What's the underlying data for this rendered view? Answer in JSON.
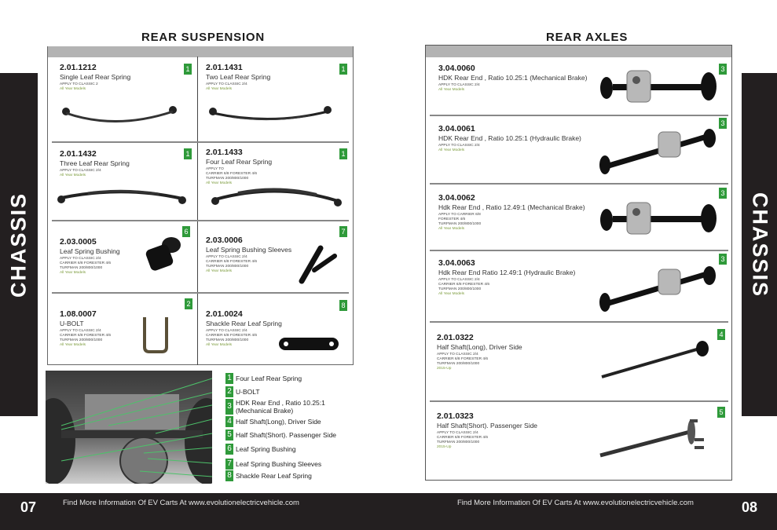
{
  "side_tabs": {
    "left": "CHASSIS",
    "right": "CHASSIS"
  },
  "left_page": {
    "title": "REAR SUSPENSION",
    "parts": [
      {
        "part_no": "2.01.1212",
        "name": "Single Leaf Rear Spring",
        "apply": [
          "APPLY TO   CLASSIC 2"
        ],
        "years": "All Year Models",
        "badge": "1",
        "image": "single-leaf-spring"
      },
      {
        "part_no": "2.01.1431",
        "name": "Two Leaf Rear Spring",
        "apply": [
          "APPLY TO CLASSIC 2/4"
        ],
        "years": "All Year Models",
        "badge": "1",
        "image": "two-leaf-spring"
      },
      {
        "part_no": "2.01.1432",
        "name": "Three Leaf Rear Spring",
        "apply": [
          "APPLY TO    CLASSIC 2/4"
        ],
        "years": "All Year Models",
        "badge": "1",
        "image": "three-leaf-spring"
      },
      {
        "part_no": "2.01.1433",
        "name": "Four Leaf Rear Spring",
        "apply": [
          "APPLY TO",
          "CARRIER 6/8   FORESTER 4/6",
          "TURFMAN 200/800/1000"
        ],
        "years": "All Year Models",
        "badge": "1",
        "image": "four-leaf-spring"
      },
      {
        "part_no": "2.03.0005",
        "name": "Leaf Spring Bushing",
        "apply": [
          "APPLY TO  CLASSIC 2/4",
          "CARRIER 6/8 FORESTER 4/6",
          "TURFMAN 200/800/1000"
        ],
        "years": "All Year Models",
        "badge": "6",
        "image": "bushing"
      },
      {
        "part_no": "2.03.0006",
        "name": "Leaf Spring Bushing Sleeves",
        "apply": [
          "APPLY TO CLASSIC 2/4",
          "CARRIER 6/8 FORESTER 4/6",
          "TURFMAN 200/800/1000"
        ],
        "years": "All Year Models",
        "badge": "7",
        "image": "bushing-sleeves"
      },
      {
        "part_no": "1.08.0007",
        "name": "U-BOLT",
        "apply": [
          "APPLY TO CLASSIC 2/4",
          "CARRIER 6/8 FORESTER 4/6",
          "TURFMAN 200/800/1000"
        ],
        "years": "All Year Models",
        "badge": "2",
        "image": "u-bolt"
      },
      {
        "part_no": "2.01.0024",
        "name": "Shackle Rear Leaf Spring",
        "apply": [
          "APPLY TO  CLASSIC 2/4",
          "CARRIER 6/8 FORESTER 4/6",
          " TURFMAN 200/800/1000"
        ],
        "years": "All Year Models",
        "badge": "8",
        "image": "shackle"
      }
    ],
    "legend": [
      {
        "num": "1",
        "label": "Four Leaf Rear Spring"
      },
      {
        "num": "2",
        "label": "U-BOLT"
      },
      {
        "num": "3",
        "label": "HDK Rear End , Ratio 10.25:1 (Mechanical Brake)"
      },
      {
        "num": "4",
        "label": "Half Shaft(Long), Driver Side"
      },
      {
        "num": "5",
        "label": "Half Shaft(Short). Passenger Side"
      },
      {
        "num": "6",
        "label": "Leaf Spring Bushing"
      },
      {
        "num": "7",
        "label": "Leaf Spring Bushing Sleeves"
      },
      {
        "num": "8",
        "label": "Shackle Rear Leaf Spring"
      }
    ],
    "footer": {
      "page": "07",
      "info": "Find More Information Of EV Carts At www.evolutionelectricvehicle.com"
    }
  },
  "right_page": {
    "title": "REAR AXLES",
    "parts": [
      {
        "part_no": "3.04.0060",
        "name": "HDK Rear End , Ratio 10.25:1 (Mechanical Brake)",
        "apply": [
          "APPLY TO  CLASSIC 2/4"
        ],
        "years": "All Year Models",
        "badge": "3",
        "image": "rear-end-mechanical"
      },
      {
        "part_no": "3.04.0061",
        "name": "HDK Rear End , Ratio 10.25:1 (Hydraulic Brake)",
        "apply": [
          "APPLY TO CLASSIC 2/4"
        ],
        "years": "All Year Models",
        "badge": "3",
        "image": "rear-end-hydraulic"
      },
      {
        "part_no": "3.04.0062",
        "name": "Hdk Rear End , Ratio 12.49:1 (Mechanical Brake)",
        "apply": [
          "APPLY TO CARRIER 6/8",
          "FORESTER 4/6",
          "TURFMAN 200/800/1000"
        ],
        "years": "All Year Models",
        "badge": "3",
        "image": "rear-end-mechanical"
      },
      {
        "part_no": "3.04.0063",
        "name": "Hdk Rear End  Ratio 12.49:1  (Hydraulic Brake)",
        "apply": [
          "APPLY TO  CLASSIC 2/4",
          "CARRIER 6/8 FORESTER 4/6",
          " TURFMAN 200/800/1000"
        ],
        "years": "All Year Models",
        "badge": "3",
        "image": "rear-end-hydraulic"
      },
      {
        "part_no": "2.01.0322",
        "name": "Half Shaft(Long), Driver Side",
        "apply": [
          "APPLY TO  CLASSIC 2/4",
          "CARRIER 6/8 FORESTER 4/6",
          " TURFMAN 200/800/1000"
        ],
        "years": "2015-Up",
        "badge": "4",
        "image": "half-shaft-long"
      },
      {
        "part_no": "2.01.0323",
        "name": "Half Shaft(Short). Passenger Side",
        "apply": [
          "APPLY TO  CLASSIC 2/4",
          "CARRIER 6/8 FORESTER 4/6",
          " TURFMAN 200/800/1000"
        ],
        "years": "2015-Up",
        "badge": "5",
        "image": "half-shaft-short"
      }
    ],
    "footer": {
      "page": "08",
      "info": "Find More Information Of EV Carts At www.evolutionelectricvehicle.com"
    }
  },
  "colors": {
    "badge_green": "#2f9a3a",
    "dark_band": "#231f20",
    "header_gray": "#b3b3b3",
    "years_green": "#7a9a3a"
  }
}
